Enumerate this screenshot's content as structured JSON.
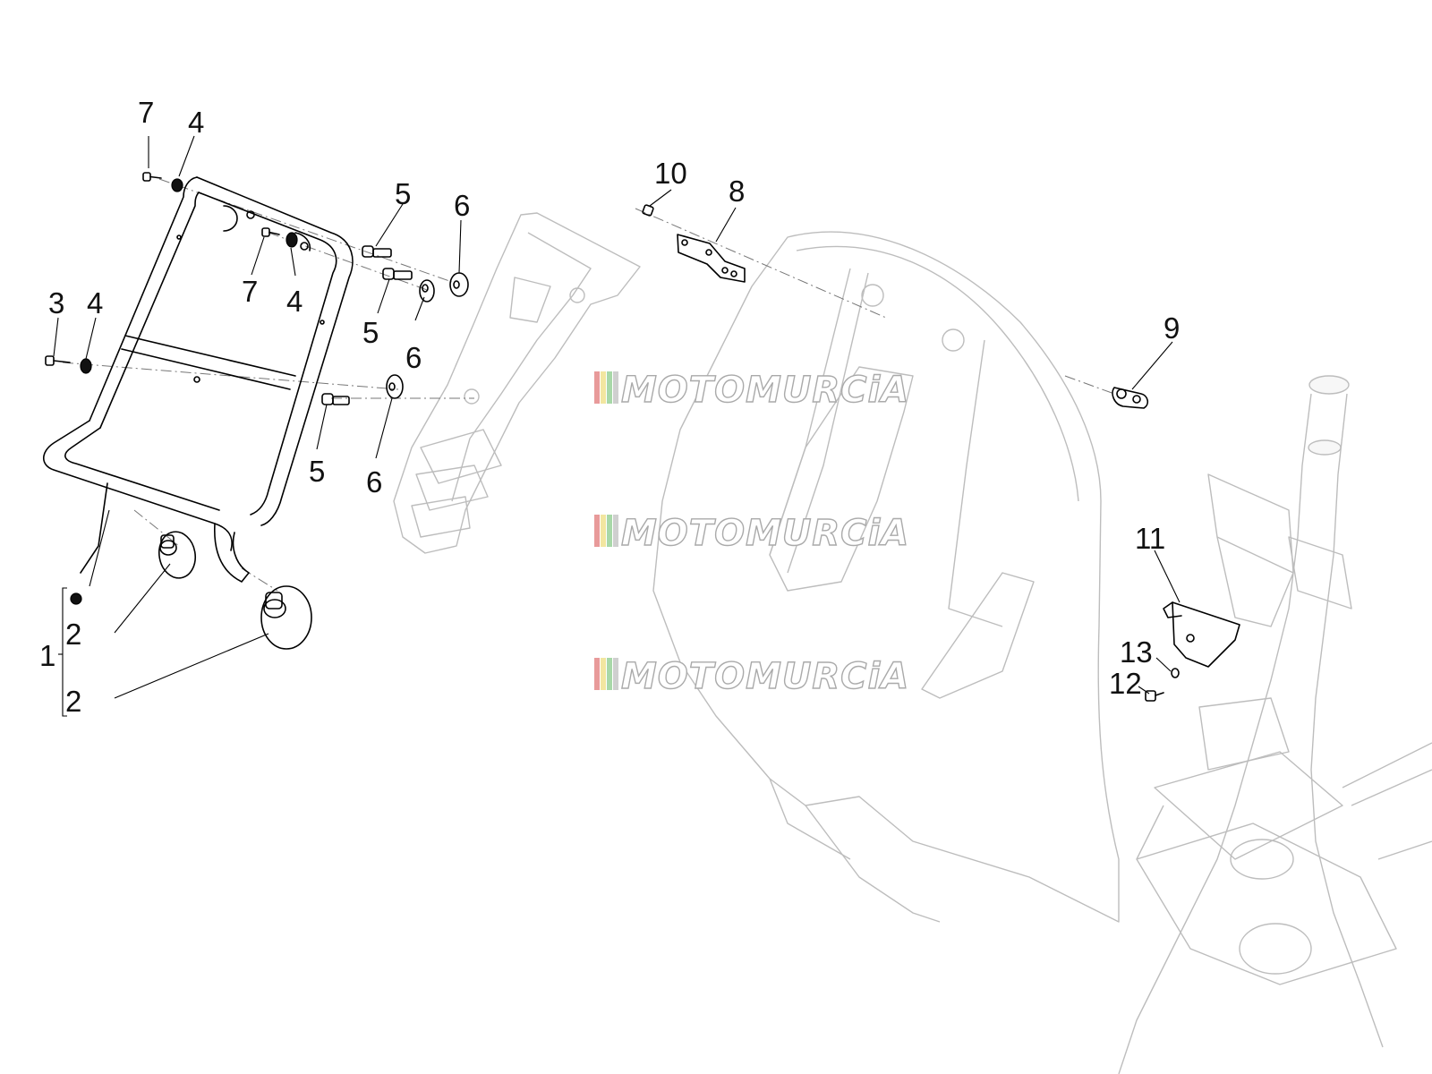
{
  "callouts": [
    {
      "id": "c7a",
      "label": "7"
    },
    {
      "id": "c4a",
      "label": "4"
    },
    {
      "id": "c7b",
      "label": "7"
    },
    {
      "id": "c4b",
      "label": "4"
    },
    {
      "id": "c3",
      "label": "3"
    },
    {
      "id": "c4c",
      "label": "4"
    },
    {
      "id": "c5a",
      "label": "5"
    },
    {
      "id": "c5b",
      "label": "5"
    },
    {
      "id": "c5c",
      "label": "5"
    },
    {
      "id": "c6a",
      "label": "6"
    },
    {
      "id": "c6b",
      "label": "6"
    },
    {
      "id": "c6c",
      "label": "6"
    },
    {
      "id": "c10",
      "label": "10"
    },
    {
      "id": "c8",
      "label": "8"
    },
    {
      "id": "c9",
      "label": "9"
    },
    {
      "id": "c11",
      "label": "11"
    },
    {
      "id": "c13",
      "label": "13"
    },
    {
      "id": "c12",
      "label": "12"
    },
    {
      "id": "c1",
      "label": "1"
    },
    {
      "id": "c2a",
      "label": "2"
    },
    {
      "id": "c2b",
      "label": "2"
    }
  ],
  "watermark": {
    "text": "MOTOMURCiA",
    "stripe_colors": [
      "#e89a9a",
      "#f2e6a0",
      "#a8d8a8",
      "#cfcfcf"
    ]
  }
}
